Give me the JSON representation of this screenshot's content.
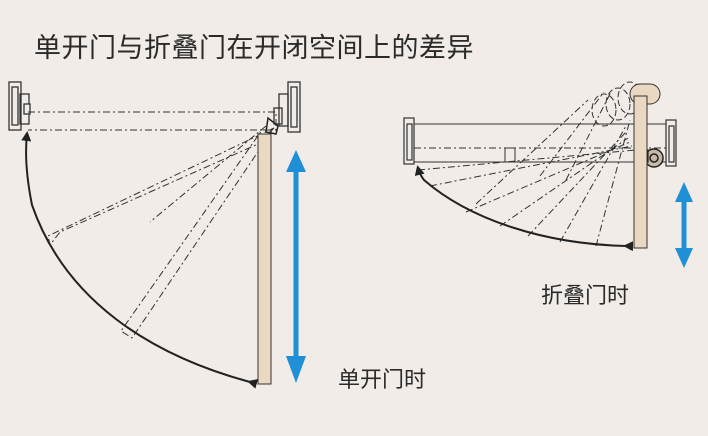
{
  "title": "单开门与折叠门在开闭空间上的差异",
  "labels": {
    "single_door": "单开门时",
    "folding_door": "折叠门时"
  },
  "colors": {
    "background": "#f1ece7",
    "door_panel": "#ead8c2",
    "arrow_blue": "#1f8fd6",
    "line": "#222222"
  },
  "icons": [
    "door-frame-icon",
    "hinge-icon",
    "swing-arc-arrow-icon",
    "double-arrow-icon"
  ]
}
